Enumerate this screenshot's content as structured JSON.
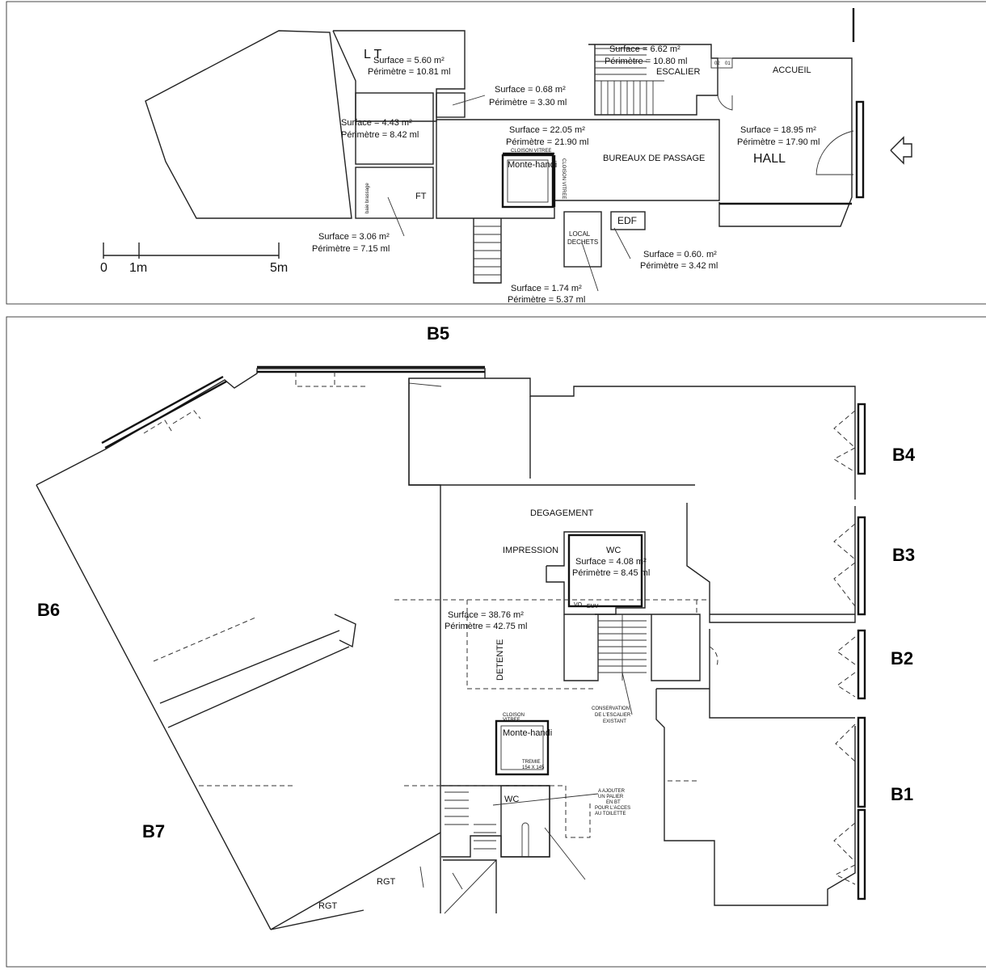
{
  "top_plan": {
    "rooms": {
      "lt": {
        "name": "L T",
        "surface": "Surface =  5.60 m²",
        "perimetre": "Périmètre = 10.81 ml"
      },
      "small": {
        "surface": "Surface =  0.68 m²",
        "perimetre": "Périmètre = 3.30 ml"
      },
      "escalier": {
        "name": "ESCALIER",
        "surface": "Surface =  6.62 m²",
        "perimetre": "Périmètre = 10.80 ml"
      },
      "accueil": {
        "name": "ACCUEIL"
      },
      "room443": {
        "surface": "Surface =  4.43 m²",
        "perimetre": "Périmètre = 8.42 ml"
      },
      "bureaux": {
        "name": "BUREAUX DE PASSAGE",
        "surface": "Surface =  22.05 m²",
        "perimetre": "Périmètre = 21.90 ml"
      },
      "hall": {
        "name": "HALL",
        "surface": "Surface =  18.95 m²",
        "perimetre": "Périmètre = 17.90 ml"
      },
      "ft": {
        "name": "FT",
        "side_label": "baie brassage",
        "surface": "Surface =  3.06 m²",
        "perimetre": "Périmètre = 7.15 ml"
      },
      "monte_handi": {
        "name": "Monte-handi",
        "cloison_top": "CLOISON VITREE",
        "cloison_side": "CLOISON VITREE"
      },
      "local_dechets": {
        "line1": "LOCAL",
        "line2": "DECHETS",
        "surface": "Surface =  1.74 m²",
        "perimetre": "Périmètre = 5.37 ml"
      },
      "edf": {
        "name": "EDF",
        "surface": "Surface =  0.60.  m²",
        "perimetre": "Périmètre = 3.42 ml"
      }
    },
    "door_marks": [
      "02",
      "01"
    ],
    "scale": {
      "zero": "0",
      "one": "1m",
      "five": "5m"
    }
  },
  "bottom_plan": {
    "zones": {
      "b1": "B1",
      "b2": "B2",
      "b3": "B3",
      "b4": "B4",
      "b5": "B5",
      "b6": "B6",
      "b7": "B7"
    },
    "degagement": "DEGAGEMENT",
    "impression": "IMPRESSION",
    "detente": "DETENTE",
    "open_area": {
      "surface": "Surface =  38.76 m²",
      "perimetre": "Périmètre = 42.75 ml"
    },
    "wc_upper": {
      "name": "WC",
      "surface": "Surface =  4.08 m²",
      "perimetre": "Périmètre = 8.45 ml",
      "vo": "VO",
      "euv": "EUV"
    },
    "conservation": [
      "CONSERVATION",
      "DE L'ESCALIER",
      "EXISTANT"
    ],
    "monte_handi": {
      "name": "Monte-handi",
      "cloison1": "CLOISON",
      "cloison2": "VITREE",
      "tremie1": "TREMIE",
      "tremie2": "154 X 145"
    },
    "wc_lower": "WC",
    "palier_note": [
      "A AJOUTER",
      "UN PALIER",
      "EN BT",
      "POUR L'ACCES",
      "AU TOILETTE"
    ],
    "rgt1": "RGT",
    "rgt2": "RGT"
  }
}
